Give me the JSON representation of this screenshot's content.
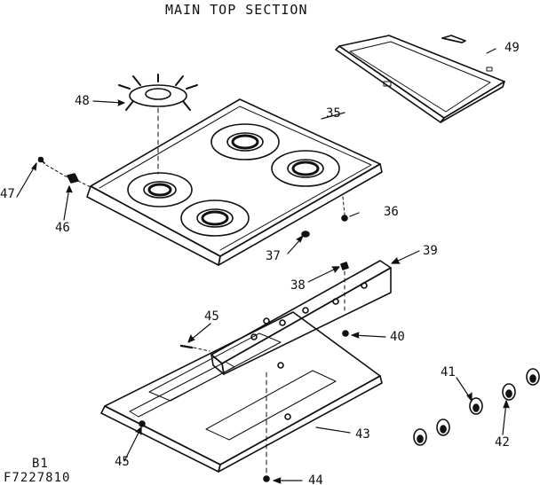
{
  "title": "MAIN TOP SECTION",
  "footer": {
    "code": "B1",
    "part_number": "F7227810"
  },
  "labels": {
    "p35": "35",
    "p36": "36",
    "p37": "37",
    "p38": "38",
    "p39": "39",
    "p40": "40",
    "p41": "41",
    "p42": "42",
    "p43": "43",
    "p44": "44",
    "p45a": "45",
    "p45b": "45",
    "p46": "46",
    "p47": "47",
    "p48": "48",
    "p49": "49"
  }
}
